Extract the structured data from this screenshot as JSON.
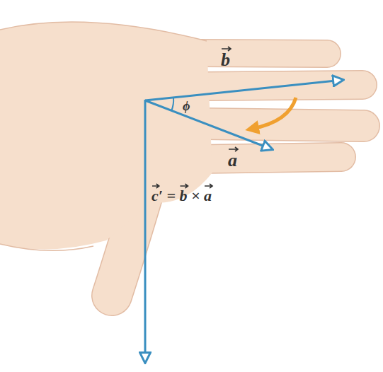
{
  "diagram": {
    "labels": [
      "b",
      "ϕ",
      "a",
      "c′ = b × a"
    ]
  }
}
